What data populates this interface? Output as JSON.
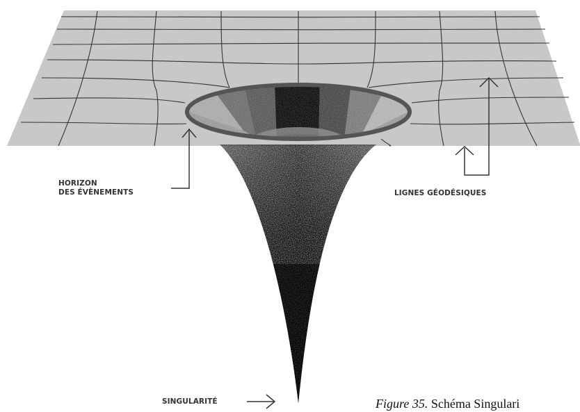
{
  "labels": {
    "horizon_line1": "HORIZON",
    "horizon_line2": "DES ÉVÈNEMENTS",
    "geodesic": "LIGNES GÉODÉSIQUES",
    "singularity": "SINGULARITÉ"
  },
  "caption": {
    "figure": "Figure 35.",
    "text": "Schéma Singulari"
  },
  "colors": {
    "sheet": "#c8c8c8",
    "grid": "#333333",
    "rim": "#555555",
    "funnel": "#000000",
    "label": "#333333"
  }
}
